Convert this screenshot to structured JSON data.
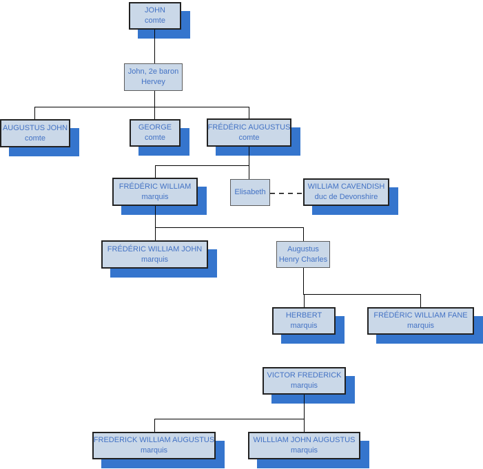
{
  "diagram": {
    "type": "family-tree",
    "nodes": [
      {
        "id": "john",
        "line1": "JOHN",
        "line2": "comte",
        "titled": true
      },
      {
        "id": "john-2e-baron-hervey",
        "line1": "John, 2e baron",
        "line2": "Hervey",
        "titled": false
      },
      {
        "id": "augustus-john",
        "line1": "AUGUSTUS JOHN",
        "line2": "comte",
        "titled": true
      },
      {
        "id": "george",
        "line1": "GEORGE",
        "line2": "comte",
        "titled": true
      },
      {
        "id": "frederic-augustus",
        "line1": "FRÉDÉRIC AUGUSTUS",
        "line2": "comte",
        "titled": true
      },
      {
        "id": "frederic-william",
        "line1": "FRÉDÉRIC WILLIAM",
        "line2": "marquis",
        "titled": true
      },
      {
        "id": "elisabeth",
        "line1": "Elisabeth",
        "line2": "",
        "titled": false
      },
      {
        "id": "william-cavendish",
        "line1": "WILLIAM CAVENDISH",
        "line2": "duc de Devonshire",
        "titled": true
      },
      {
        "id": "frederic-william-john",
        "line1": "FRÉDÉRIC WILLIAM JOHN",
        "line2": "marquis",
        "titled": true
      },
      {
        "id": "augustus-henry-charles",
        "line1": "Augustus",
        "line2": "Henry Charles",
        "titled": false
      },
      {
        "id": "herbert",
        "line1": "HERBERT",
        "line2": "marquis",
        "titled": true
      },
      {
        "id": "frederic-william-fane",
        "line1": "FRÉDÉRIC WILLIAM FANE",
        "line2": "marquis",
        "titled": true
      },
      {
        "id": "victor-frederick",
        "line1": "VICTOR FREDERICK",
        "line2": "marquis",
        "titled": true
      },
      {
        "id": "frederick-william-augustus",
        "line1": "FREDERICK WILLIAM AUGUSTUS",
        "line2": "marquis",
        "titled": true
      },
      {
        "id": "willliam-john-augustus",
        "line1": "WILLLIAM JOHN AUGUSTUS",
        "line2": "marquis",
        "titled": true
      }
    ],
    "edges": [
      {
        "from": "john",
        "to": "john-2e-baron-hervey",
        "type": "descent"
      },
      {
        "from": "john-2e-baron-hervey",
        "to": "augustus-john",
        "type": "descent"
      },
      {
        "from": "john-2e-baron-hervey",
        "to": "george",
        "type": "descent"
      },
      {
        "from": "john-2e-baron-hervey",
        "to": "frederic-augustus",
        "type": "descent"
      },
      {
        "from": "frederic-augustus",
        "to": "frederic-william",
        "type": "descent"
      },
      {
        "from": "frederic-augustus",
        "to": "elisabeth",
        "type": "descent"
      },
      {
        "from": "elisabeth",
        "to": "william-cavendish",
        "type": "marriage"
      },
      {
        "from": "frederic-william",
        "to": "frederic-william-john",
        "type": "descent"
      },
      {
        "from": "frederic-william",
        "to": "augustus-henry-charles",
        "type": "descent"
      },
      {
        "from": "augustus-henry-charles",
        "to": "herbert",
        "type": "descent"
      },
      {
        "from": "augustus-henry-charles",
        "to": "frederic-william-fane",
        "type": "descent"
      },
      {
        "from": "victor-frederick",
        "to": "frederick-william-augustus",
        "type": "descent"
      },
      {
        "from": "victor-frederick",
        "to": "willliam-john-augustus",
        "type": "descent"
      }
    ],
    "colors": {
      "box_fill": "#cad8e8",
      "box_border_titled": "#212121",
      "box_border_plain": "#5a5a5a",
      "shadow": "#3575cd",
      "text": "#4372c4",
      "line": "#000000"
    }
  }
}
